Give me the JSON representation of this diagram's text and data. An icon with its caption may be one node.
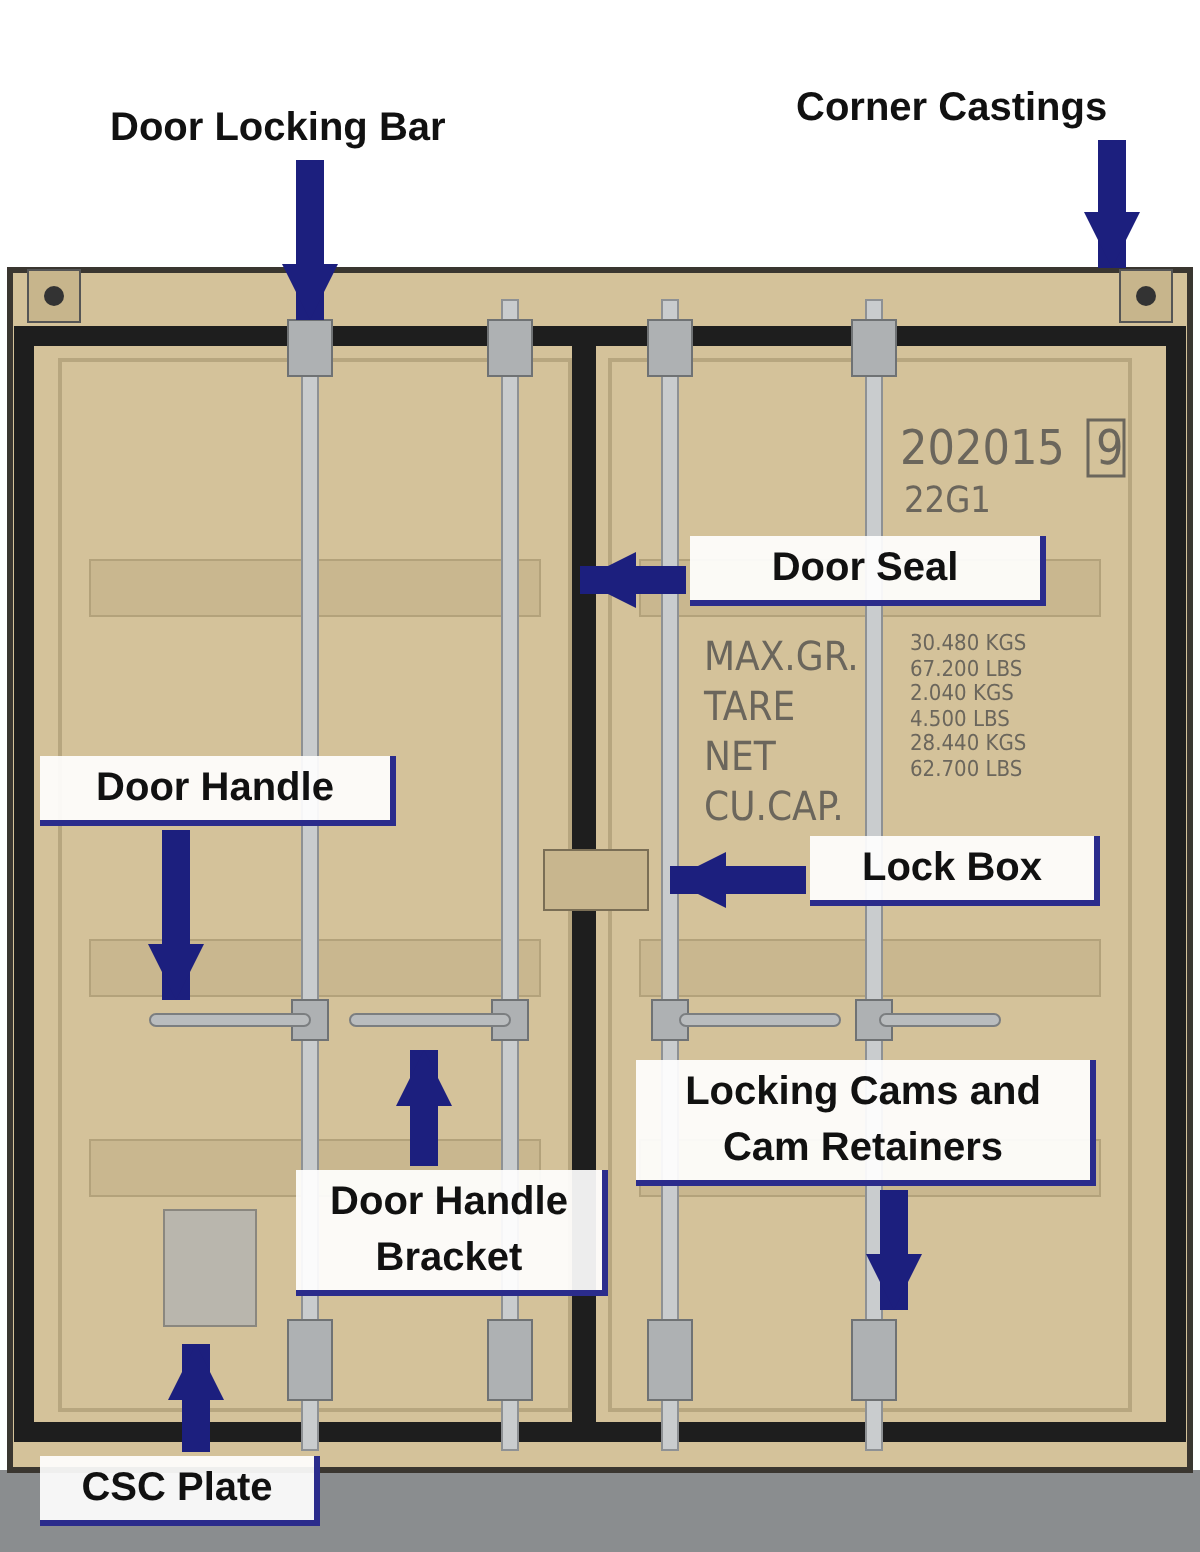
{
  "diagram": {
    "nodes": [
      {
        "text": [
          "Door Locking Bar"
        ]
      },
      {
        "text": [
          "Corner Castings"
        ]
      },
      {
        "text": [
          "Door Seal"
        ]
      },
      {
        "text": [
          "Door Handle"
        ]
      },
      {
        "text": [
          "Lock Box"
        ]
      },
      {
        "text": [
          "Locking Cams and Cam Retainers"
        ]
      },
      {
        "text": [
          "Door Handle Bracket"
        ]
      },
      {
        "text": [
          "CSC Plate"
        ]
      }
    ],
    "edges": [
      {
        "from": 0,
        "to": null,
        "arrow": "to"
      },
      {
        "from": 1,
        "to": null,
        "arrow": "to"
      },
      {
        "from": 2,
        "to": null,
        "arrow": "to"
      },
      {
        "from": 3,
        "to": null,
        "arrow": "to"
      },
      {
        "from": 4,
        "to": null,
        "arrow": "to"
      },
      {
        "from": 5,
        "to": null,
        "arrow": "to"
      },
      {
        "from": 6,
        "to": null,
        "arrow": "to"
      },
      {
        "from": 7,
        "to": null,
        "arrow": "to"
      }
    ],
    "labels": [
      "202015",
      "9",
      "22G1",
      "MAX.GR.",
      "30.480 KGS",
      "67.200 LBS",
      "TARE",
      "2.040 KGS",
      "4.500 LBS",
      "NET",
      "28.440 KGS",
      "62.700 LBS",
      "CU.CAP."
    ]
  }
}
